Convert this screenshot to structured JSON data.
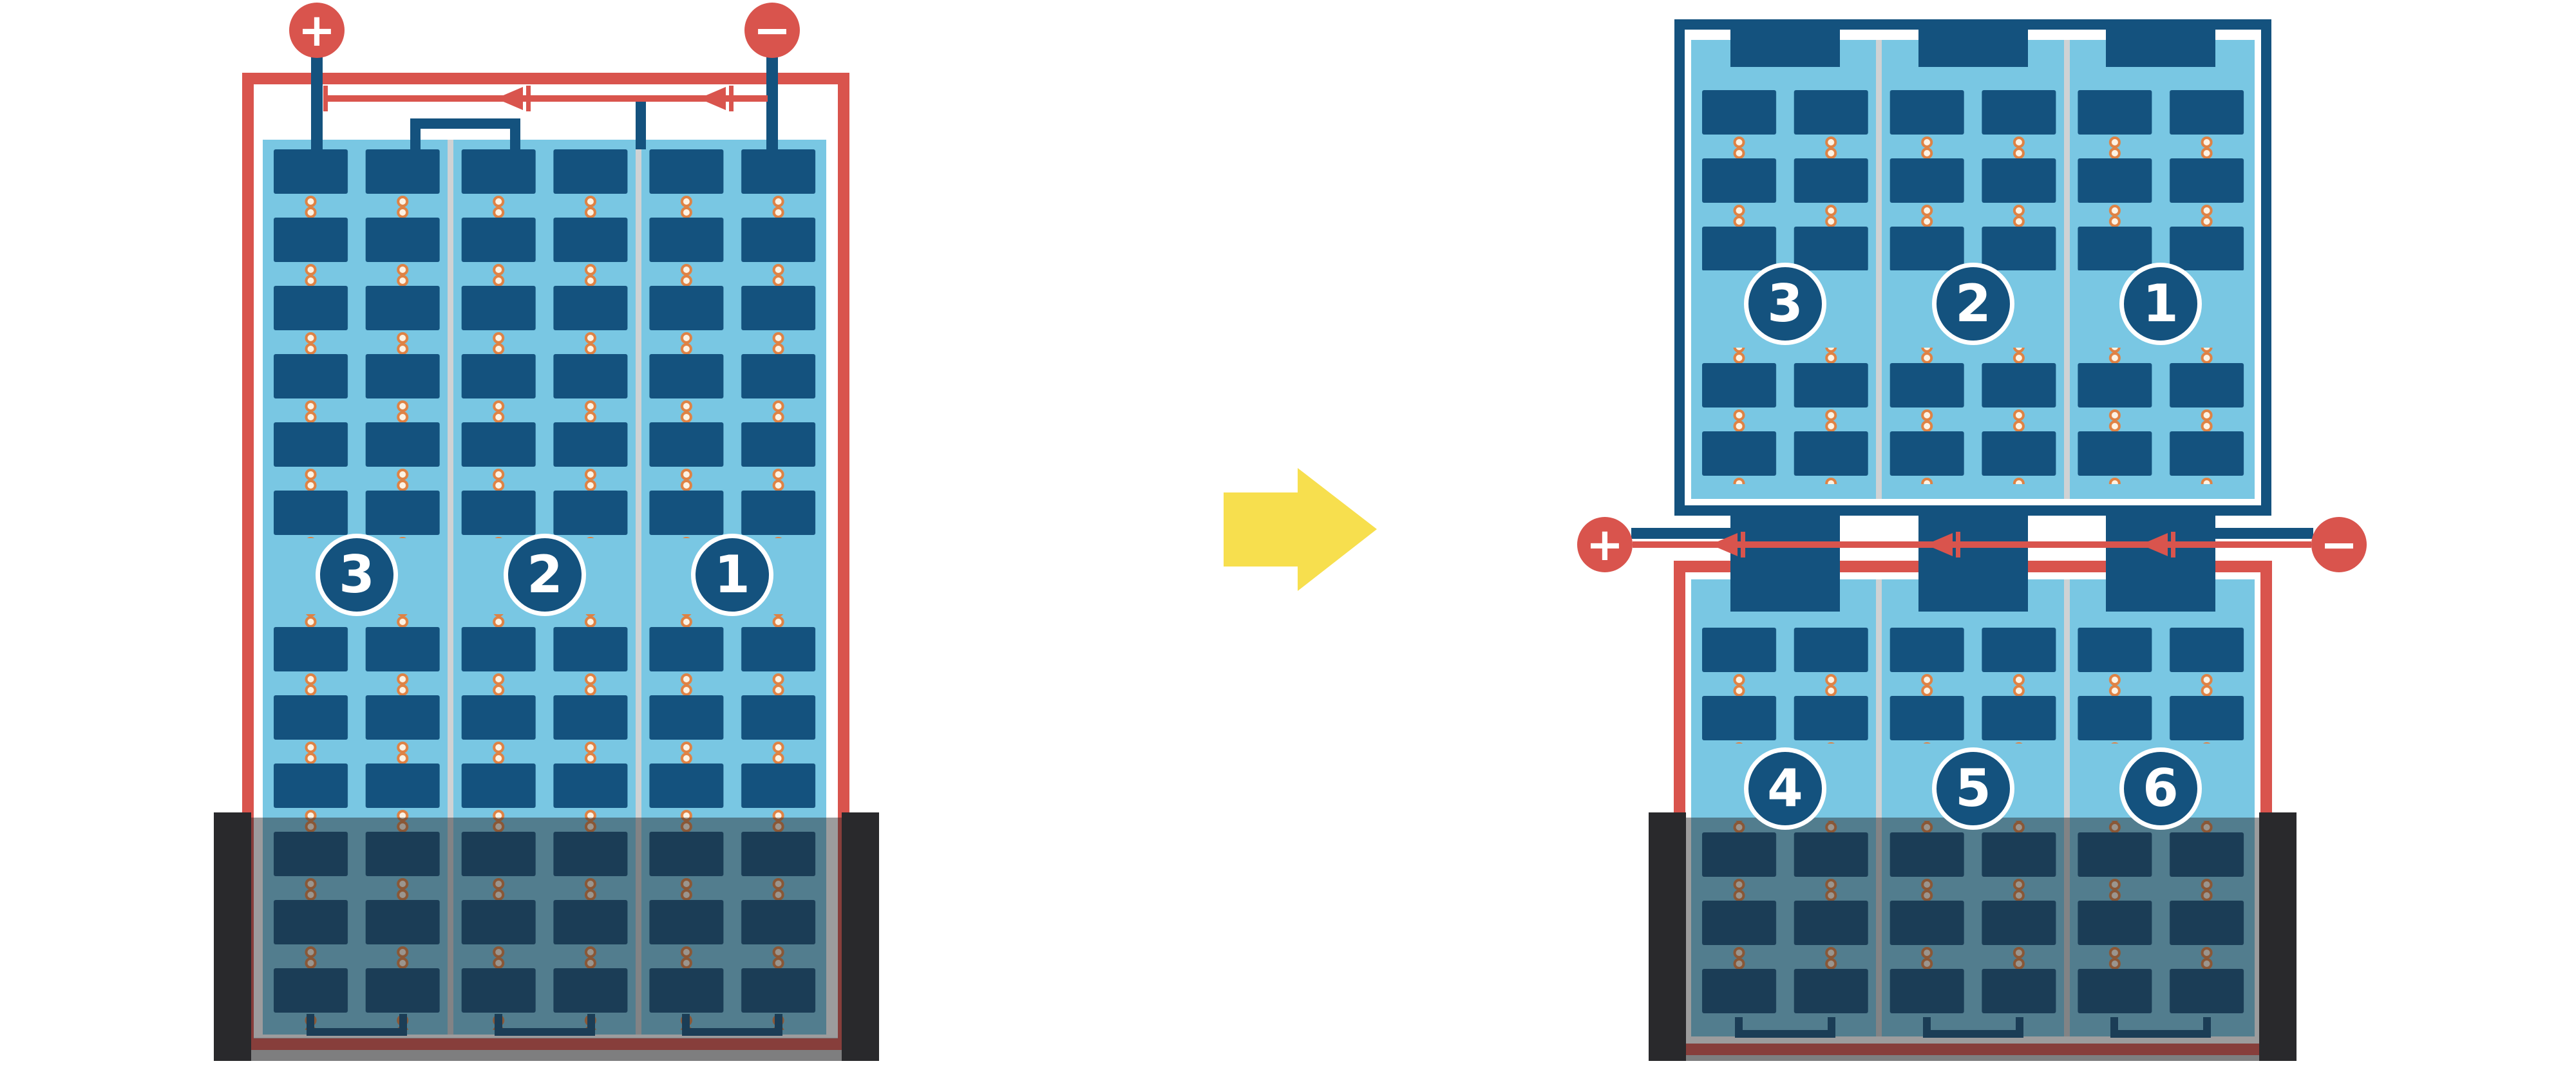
{
  "diagram": {
    "plus_symbol": "+",
    "minus_symbol": "−",
    "left_panel": {
      "description": "single panel, three strings in series, bottom partially shaded",
      "labels": [
        "3",
        "2",
        "1"
      ]
    },
    "right_top_panel": {
      "description": "upper split panel, unshaded strings",
      "labels": [
        "3",
        "2",
        "1"
      ]
    },
    "right_bottom_panel": {
      "description": "lower split panel, bottom partially shaded",
      "labels": [
        "4",
        "5",
        "6"
      ]
    }
  },
  "colors": {
    "panel_red": "#d9544d",
    "deep_blue": "#14527e",
    "light_blue": "#79c7e3",
    "dot_fill": "#fdf3e4",
    "dot_ring": "#df8244",
    "arrow_yellow": "#f7df4e",
    "shade": "rgba(35,35,38,0.45)",
    "shade_bar": "#29292c",
    "separator": "#cfd2d4",
    "ground": "#c9c9c9"
  }
}
